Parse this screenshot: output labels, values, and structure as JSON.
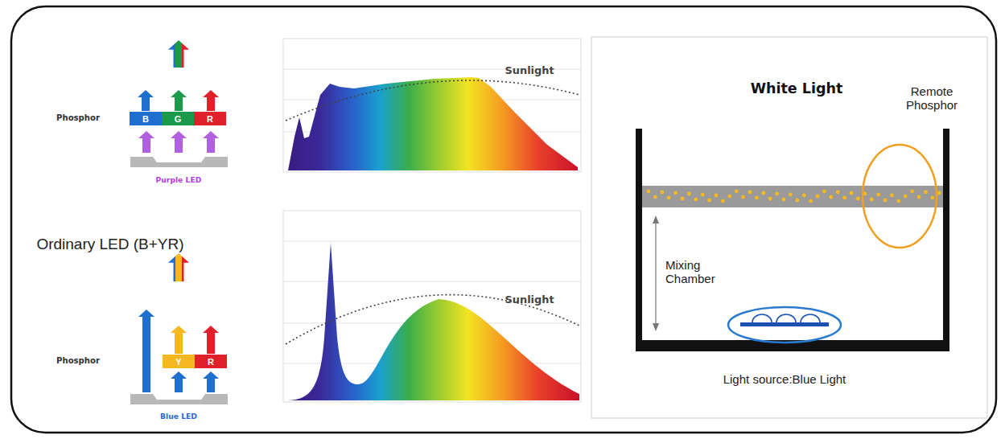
{
  "diagram": {
    "nodes": [
      {
        "text": [
          "B"
        ]
      },
      {
        "text": [
          "G"
        ]
      },
      {
        "text": [
          "R"
        ]
      },
      {
        "text": [
          "Y"
        ]
      },
      {
        "text": [
          "R"
        ]
      }
    ],
    "labels": [
      "Phosphor",
      "Purple LED",
      "Sunlight",
      "Ordinary LED (B+YR)",
      "Phosphor",
      "Blue LED",
      "Sunlight",
      "White Light",
      "Remote Phosphor",
      "Mixing Chamber",
      "Light source:Blue Light"
    ]
  }
}
